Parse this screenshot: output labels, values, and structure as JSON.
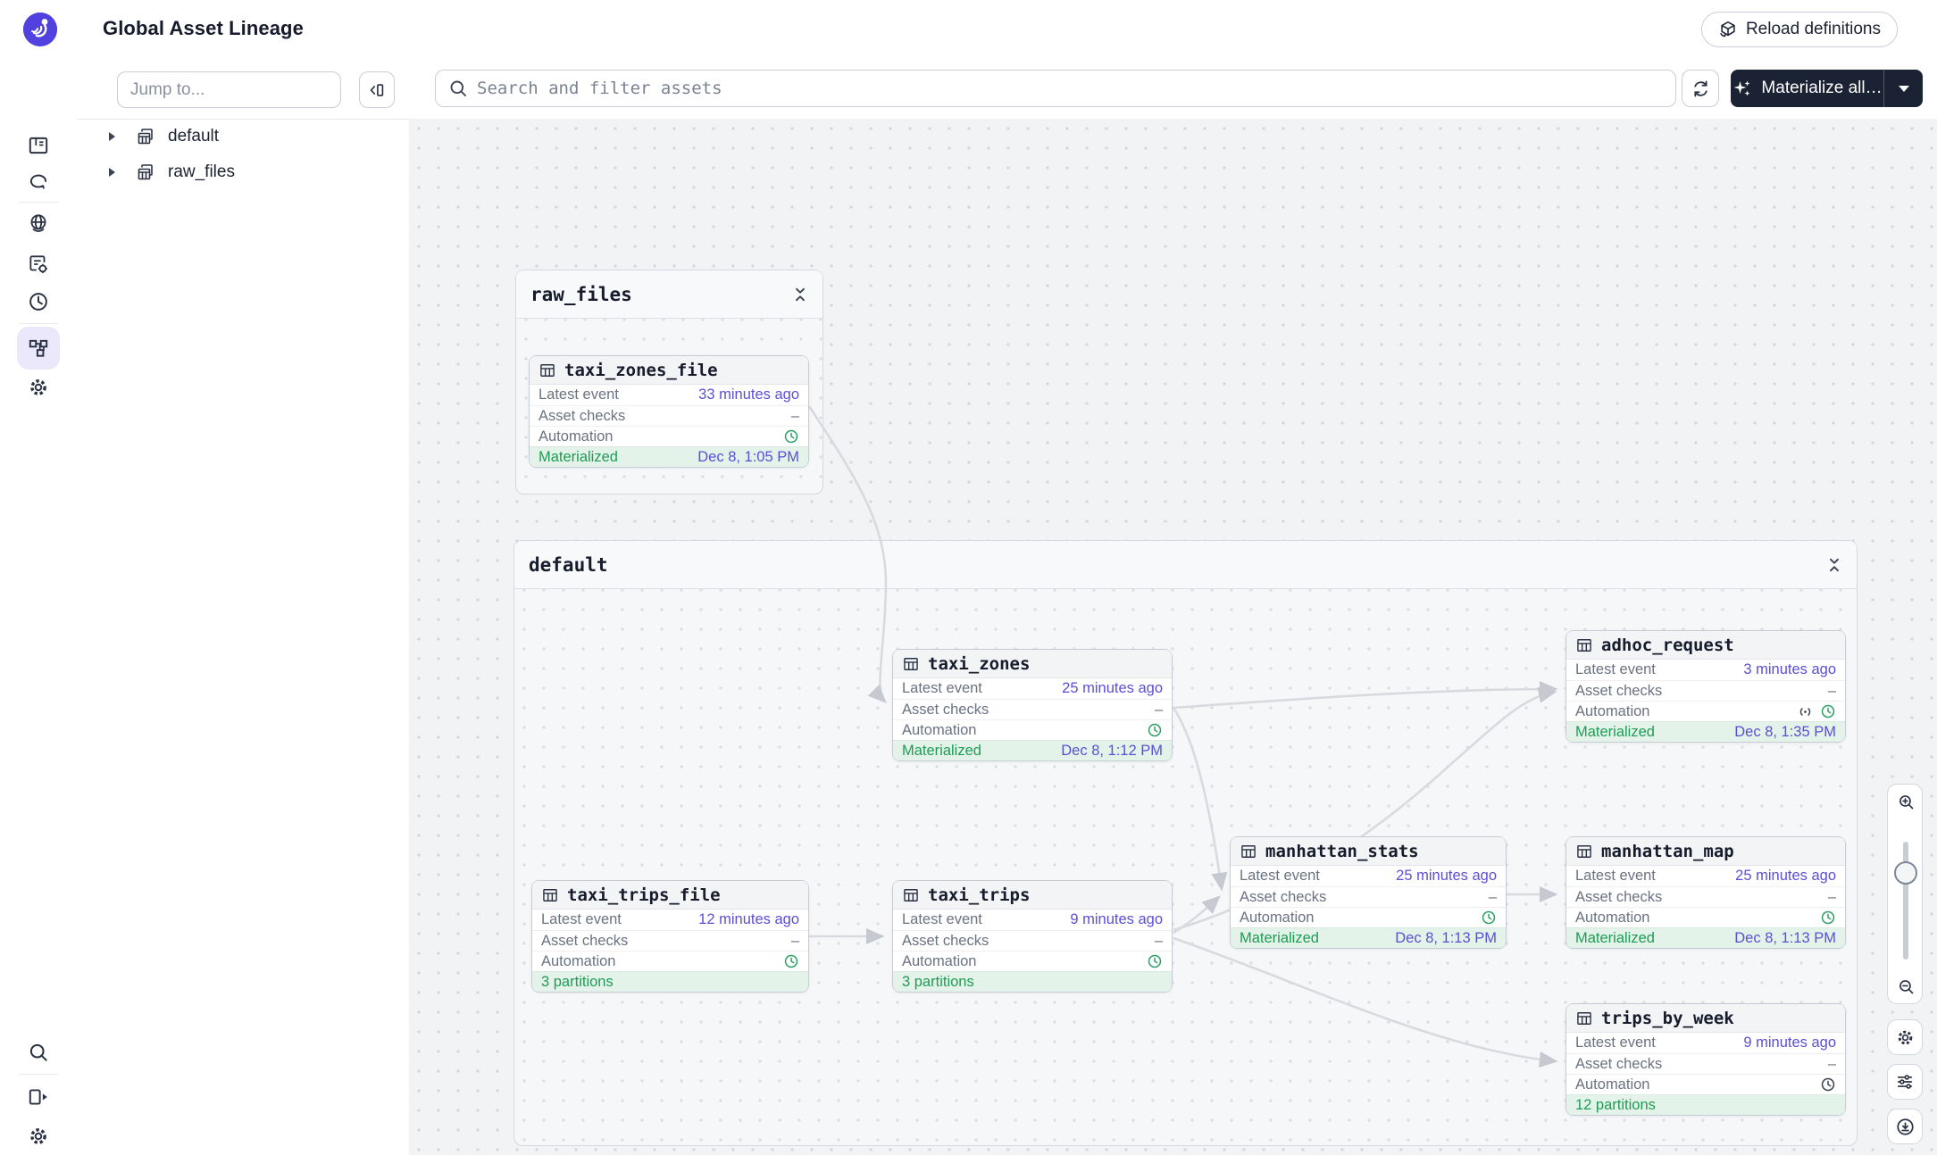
{
  "colors": {
    "accent_purple": "#5142E0",
    "link_indigo": "#5B4FD6",
    "status_green": "#1E9C55",
    "dark_button": "#1A2233",
    "edge_gray": "#D9DADF"
  },
  "app": {
    "title": "Global Asset Lineage",
    "reload_label": "Reload definitions"
  },
  "sidebar": {
    "icons_top": [
      "overview-icon",
      "runs-icon",
      "deployment-icon",
      "jobs-icon",
      "schedules-icon",
      "lineage-icon",
      "settings-icon"
    ],
    "icons_bottom": [
      "search-icon",
      "expand-panel-icon",
      "gear-icon",
      "help-icon"
    ],
    "selected": "lineage-icon"
  },
  "left_panel": {
    "jump_placeholder": "Jump to...",
    "tree": [
      {
        "label": "default"
      },
      {
        "label": "raw_files"
      }
    ]
  },
  "toolbar": {
    "search_placeholder": "Search and filter assets",
    "materialize_label": "Materialize all…"
  },
  "card_labels": {
    "latest_event": "Latest event",
    "asset_checks": "Asset checks",
    "automation": "Automation"
  },
  "lineage": {
    "groups": [
      {
        "name": "raw_files",
        "assets": [
          {
            "name": "taxi_zones_file",
            "latest_event": "33 minutes ago",
            "asset_checks": "–",
            "automation_icons": [
              "clock-green"
            ],
            "footer_label": "Materialized",
            "footer_value": "Dec 8, 1:05 PM"
          }
        ]
      },
      {
        "name": "default",
        "assets": [
          {
            "name": "taxi_zones",
            "latest_event": "25 minutes ago",
            "asset_checks": "–",
            "automation_icons": [
              "clock-green"
            ],
            "footer_label": "Materialized",
            "footer_value": "Dec 8, 1:12 PM"
          },
          {
            "name": "adhoc_request",
            "latest_event": "3 minutes ago",
            "asset_checks": "–",
            "automation_icons": [
              "sensor-dark",
              "clock-green"
            ],
            "footer_label": "Materialized",
            "footer_value": "Dec 8, 1:35 PM"
          },
          {
            "name": "manhattan_stats",
            "latest_event": "25 minutes ago",
            "asset_checks": "–",
            "automation_icons": [
              "clock-green"
            ],
            "footer_label": "Materialized",
            "footer_value": "Dec 8, 1:13 PM"
          },
          {
            "name": "manhattan_map",
            "latest_event": "25 minutes ago",
            "asset_checks": "–",
            "automation_icons": [
              "clock-green"
            ],
            "footer_label": "Materialized",
            "footer_value": "Dec 8, 1:13 PM"
          },
          {
            "name": "taxi_trips_file",
            "latest_event": "12 minutes ago",
            "asset_checks": "–",
            "automation_icons": [
              "clock-green"
            ],
            "footer_label": "3 partitions",
            "footer_value": ""
          },
          {
            "name": "taxi_trips",
            "latest_event": "9 minutes ago",
            "asset_checks": "–",
            "automation_icons": [
              "clock-green"
            ],
            "footer_label": "3 partitions",
            "footer_value": ""
          },
          {
            "name": "trips_by_week",
            "latest_event": "9 minutes ago",
            "asset_checks": "–",
            "automation_icons": [
              "clock-dark"
            ],
            "footer_label": "12 partitions",
            "footer_value": ""
          }
        ]
      }
    ],
    "edges": [
      {
        "from": "taxi_zones_file",
        "to": "taxi_zones"
      },
      {
        "from": "taxi_zones",
        "to": "adhoc_request"
      },
      {
        "from": "taxi_zones",
        "to": "manhattan_stats"
      },
      {
        "from": "taxi_trips_file",
        "to": "taxi_trips"
      },
      {
        "from": "taxi_trips",
        "to": "manhattan_stats"
      },
      {
        "from": "taxi_trips",
        "to": "adhoc_request"
      },
      {
        "from": "taxi_trips",
        "to": "trips_by_week"
      },
      {
        "from": "manhattan_stats",
        "to": "manhattan_map"
      }
    ]
  }
}
